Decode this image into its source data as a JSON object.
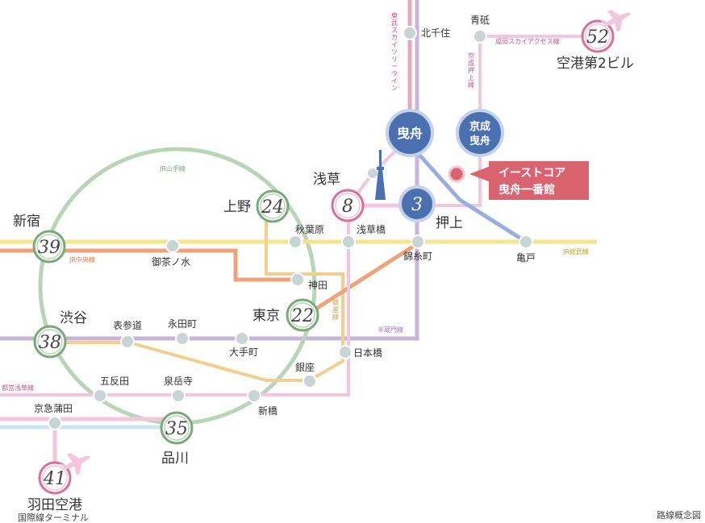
{
  "colors": {
    "jr_yamanote": "#b8d5b8",
    "jr_sobu": "#f2e58c",
    "jr_chuo": "#eea37a",
    "hanzomon": "#c7b4d8",
    "ginza": "#f2cf8f",
    "asakusa_line": "#f2c6dc",
    "keikyu": "#f2c6dc",
    "skytree_line": "#e8a7b8",
    "keisei_oshiage": "#f2c6dc",
    "narita_access": "#f2c6dc",
    "keisei_main": "#99aee0",
    "monorail": "#cfe5ee",
    "marunouchi": "#f2c6dc",
    "station_dot": "#c9d4d6",
    "jr_ring": "#7aa87a",
    "pink_ring": "#d97099",
    "blue_circle": "#4a70b0",
    "property_fill": "#d9646f"
  },
  "line_labels": {
    "yamanote": "JR山手線",
    "chuo": "JR中央線",
    "sobu": "JR総武線",
    "hanzomon": "半蔵門線",
    "ginza": "銀座線",
    "asakusa": "都営浅草線",
    "skytree": "東武スカイツリーライン",
    "keisei_oshiage": "京成押上線",
    "narita_access": "成田スカイアクセス線"
  },
  "stations": {
    "kitasenju": "北千住",
    "aoto": "青砥",
    "akihabara": "秋葉原",
    "asakusabashi": "浅草橋",
    "kinshicho": "錦糸町",
    "kameido": "亀戸",
    "ochanomizu": "御茶ノ水",
    "kanda": "神田",
    "omotesando": "表参道",
    "nagatacho": "永田町",
    "otemachi": "大手町",
    "nihonbashi": "日本橋",
    "ginza": "銀座",
    "gotanda": "五反田",
    "sengakuji": "泉岳寺",
    "shimbashi": "新橋",
    "keikyu_kamata": "京急蒲田"
  },
  "hubs": {
    "shinjuku": {
      "name": "新宿",
      "minutes": "39"
    },
    "ueno": {
      "name": "上野",
      "minutes": "24"
    },
    "asakusa": {
      "name": "浅草",
      "minutes": "8"
    },
    "oshiage": {
      "name": "押上",
      "minutes": "3"
    },
    "tokyo": {
      "name": "東京",
      "minutes": "22"
    },
    "shibuya": {
      "name": "渋谷",
      "minutes": "38"
    },
    "shinagawa": {
      "name": "品川",
      "minutes": "35"
    },
    "haneda": {
      "name": "羽田空港",
      "sub": "国際線ターミナル",
      "minutes": "41"
    },
    "narita": {
      "name": "空港第2ビル",
      "minutes": "52"
    },
    "hikifune": {
      "name": "曳舟"
    },
    "keisei_hikifune": {
      "name_line1": "京成",
      "name_line2": "曳舟"
    }
  },
  "property": {
    "line1": "イーストコア",
    "line2": "曳舟一番館"
  },
  "note": "路線概念図"
}
